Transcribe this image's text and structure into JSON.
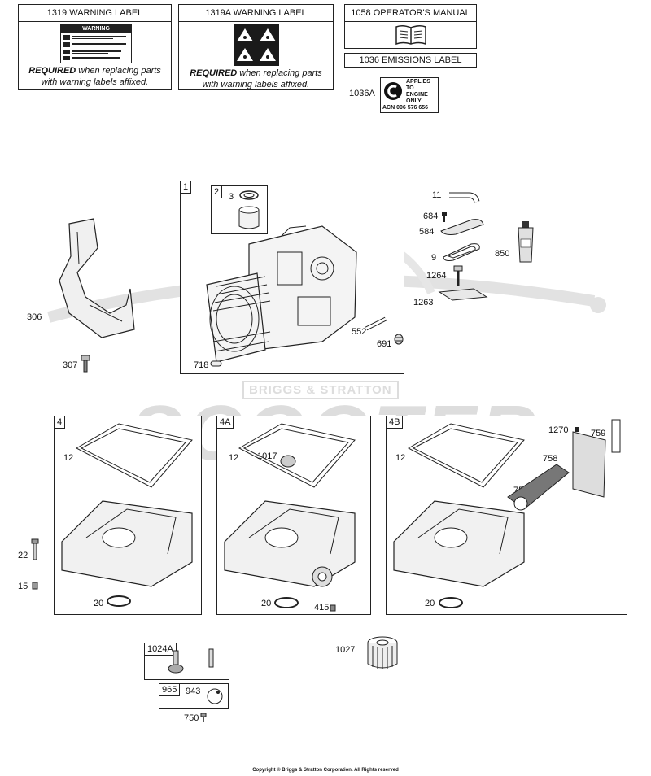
{
  "labels_row": {
    "warning_1319": {
      "title": "1319 WARNING LABEL",
      "req_bold": "REQUIRED",
      "req_rest": " when replacing parts",
      "req_line2": "with warning labels affixed.",
      "sticker_title": "WARNING"
    },
    "warning_1319a": {
      "title": "1319A WARNING LABEL",
      "req_bold": "REQUIRED",
      "req_rest": " when replacing parts",
      "req_line2": "with warning labels affixed."
    },
    "manual_1058": {
      "title": "1058 OPERATOR'S MANUAL"
    },
    "emissions_1036": {
      "title": "1036 EMISSIONS LABEL"
    },
    "emissions_1036a": {
      "part": "1036A",
      "line1": "APPLIES",
      "line2": "TO",
      "line3": "ENGINE",
      "line4": "ONLY",
      "acn": "ACN 006 576 656"
    }
  },
  "cylinder_group": {
    "box_label": "1",
    "sub_box_label": "2",
    "parts": [
      "3",
      "552",
      "691",
      "718"
    ]
  },
  "right_parts": [
    "11",
    "684",
    "584",
    "9",
    "850",
    "1264",
    "1263"
  ],
  "left_parts": [
    "306",
    "307"
  ],
  "sump_4": {
    "box_label": "4",
    "parts": [
      "12",
      "20"
    ]
  },
  "sump_4a": {
    "box_label": "4A",
    "parts": [
      "12",
      "1017",
      "20",
      "415"
    ]
  },
  "sump_4b": {
    "box_label": "4B",
    "parts": [
      "12",
      "1270",
      "759",
      "758",
      "757",
      "20"
    ]
  },
  "outside_parts": [
    "22",
    "15"
  ],
  "bottom_group": {
    "box_1024a": "1024A",
    "box_965": "965",
    "part_943": "943",
    "part_750": "750",
    "part_1027": "1027"
  },
  "watermark": {
    "brand": "BRIGGS & STRATTON",
    "word": "SCOOTER"
  },
  "copyright": "Copyright © Briggs & Stratton Corporation. All Rights reserved"
}
